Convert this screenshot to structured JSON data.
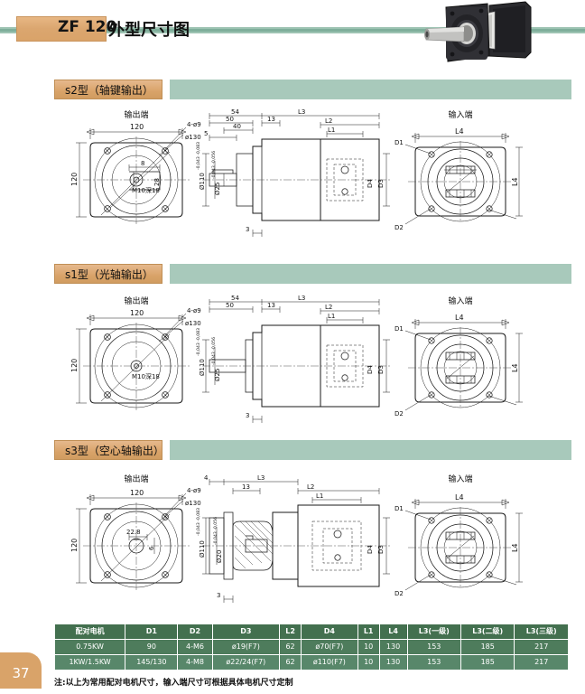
{
  "header": {
    "code": "ZF 120",
    "title_cn": "外型尺寸图",
    "photo_alt": "planetary-gearbox-photo"
  },
  "sections": [
    {
      "id": "s2",
      "code": "s2",
      "label": "s2型（轴键输出）",
      "output_end": "输出端",
      "input_end": "输入端",
      "dims": {
        "face_w": "120",
        "face_h": "120",
        "holes": "4-ø9",
        "pcd": "ø130",
        "key_w": "8",
        "key_l": "28",
        "thread": "M10深18",
        "a": "54",
        "b": "50",
        "c": "5",
        "d": "40",
        "e": "13",
        "f": "3",
        "L3": "L3",
        "L2": "L2",
        "L1": "L1",
        "L4": "L4",
        "shaft_dia": "Ø25",
        "shaft_tol_up": "-0,043",
        "shaft_tol_lo": "-0,056",
        "pilot_dia": "Ø110",
        "pilot_tol_up": "-0,043",
        "pilot_tol_lo": "-0,083",
        "D1": "D1",
        "D2": "D2",
        "D3": "D3",
        "D4": "D4"
      }
    },
    {
      "id": "s1",
      "code": "s1",
      "label": "s1型（光轴输出）",
      "output_end": "输出端",
      "input_end": "输入端",
      "dims": {
        "face_w": "120",
        "face_h": "120",
        "holes": "4-ø9",
        "pcd": "ø130",
        "thread": "M10深18",
        "a": "54",
        "b": "50",
        "e": "13",
        "f": "3",
        "L3": "L3",
        "L2": "L2",
        "L1": "L1",
        "L4": "L4",
        "shaft_dia": "Ø25",
        "shaft_tol_up": "-0,043",
        "shaft_tol_lo": "-0,056",
        "pilot_dia": "Ø110",
        "pilot_tol_up": "-0,043",
        "pilot_tol_lo": "-0,083",
        "D1": "D1",
        "D2": "D2",
        "D3": "D3",
        "D4": "D4"
      }
    },
    {
      "id": "s3",
      "code": "s3",
      "label": "s3型（空心轴输出）",
      "output_end": "输出端",
      "input_end": "输入端",
      "dims": {
        "face_w": "120",
        "face_h": "120",
        "holes": "4-ø9",
        "pcd": "ø130",
        "bore_w": "22.8",
        "key_h": "6",
        "a": "4",
        "e": "13",
        "f": "3",
        "L3": "L3",
        "L2": "L2",
        "L1": "L1",
        "L4": "L4",
        "bore_dia": "Ø20",
        "bore_tol_up": "-0,043",
        "bore_tol_lo": "-0,056",
        "pilot_dia": "Ø110",
        "pilot_tol_up": "-0,043",
        "pilot_tol_lo": "-0,083",
        "D1": "D1",
        "D2": "D2",
        "D3": "D3",
        "D4": "D4"
      }
    }
  ],
  "spec_table": {
    "headers": [
      "配对电机",
      "D1",
      "D2",
      "D3",
      "L2",
      "D4",
      "L1",
      "L4",
      "L3(一级)",
      "L3(二级)",
      "L3(三级)"
    ],
    "rows": [
      [
        "0.75KW",
        "90",
        "4-M6",
        "ø19(F7)",
        "62",
        "ø70(F7)",
        "10",
        "130",
        "153",
        "185",
        "217"
      ],
      [
        "1KW/1.5KW",
        "145/130",
        "4-M8",
        "ø22/24(F7)",
        "62",
        "ø110(F7)",
        "10",
        "130",
        "153",
        "185",
        "217"
      ]
    ]
  },
  "note": "注:以上为常用配对电机尺寸，输入端尺寸可根据具体电机尺寸定制",
  "page_number": "37",
  "colors": {
    "accent_orange": "#d9a369",
    "accent_green": "#a8c9bb",
    "rule_green": "#8fb8a8",
    "table_green": "#4e7c5c",
    "table_header_green": "#43704f"
  }
}
